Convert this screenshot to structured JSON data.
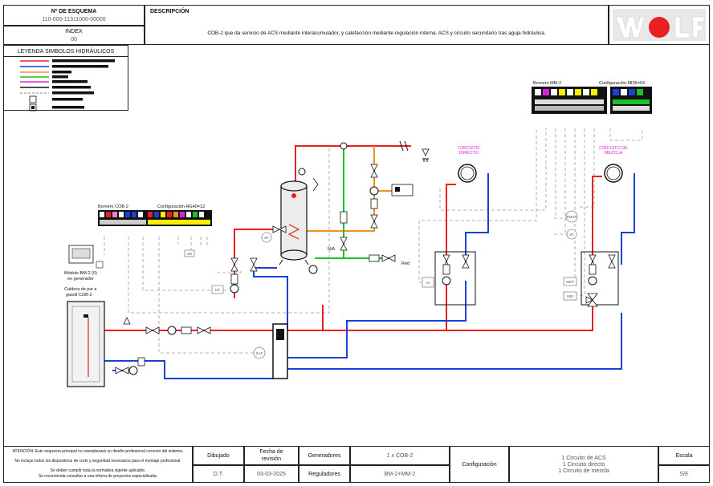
{
  "header": {
    "scheme_no_label": "Nº DE ESQUEMA",
    "scheme_no_value": "110-000-11311000-00000",
    "index_label": "INDEX",
    "index_value": "00",
    "description_label": "DESCRIPCIÓN",
    "description_text": "COB-2 que da servicio de ACS mediante interacumulador, y calefacción mediante regulación interna. ACS y circuito secundario tras aguja hidráulica."
  },
  "legend": {
    "title": "LEYENDA SIMBOLOS HIDRÁULICOS"
  },
  "diagram": {
    "borne_cob2": "Bornero COB-2",
    "config_hg40": "Configuración HG40=12",
    "module_bm2": "Módulo BM-2 (0)",
    "module_bm2_sub": "en generador",
    "boiler_caption_1": "Caldera de pie a",
    "boiler_caption_2": "gasoil COB-2",
    "borne_mm2": "Bornero MM-2",
    "config_mi05": "Configuración MI05=03",
    "circ_direct_1": "CIRCUITO",
    "circ_direct_2": "DIRECTO",
    "circ_mix_1": "CIRCUITO DE",
    "circ_mix_2": "MEZCLA",
    "na_label": "N/A",
    "red_label": "Red",
    "sensor_sf": "SF",
    "sensor_sb": "SB",
    "sensor_up": "UP",
    "sensor_saf": "SAF",
    "sensor_a1": "A1",
    "sensor_mm": "MM",
    "sensor_mkp": "MKP",
    "sensor_pmsk": "PMSK",
    "sensor_vf": "VF"
  },
  "colors": {
    "hot": "#e8201f",
    "cold": "#1c3fd6",
    "acs": "#f0901e",
    "afs": "#19c026",
    "dashed": "#9a9a9a",
    "magenta": "#e020e0",
    "logo_red": "#e8201f"
  },
  "footer": {
    "warning_1": "ATENCIÓN: Este esquema principal no reemplazará un diseño profesional correcto del sistema.",
    "warning_2": "No incluye todos los dispositivos de corte y seguridad necesarios para el montaje profesional.",
    "warning_3": "Se deben cumplir toda la normativa vigente aplicable.",
    "warning_4": "Se recomienda consultar a una oficina de proyectos especializada.",
    "dibujado_label": "Dibujado",
    "dibujado_value": "D.T.",
    "fecha_label_1": "Fecha de",
    "fecha_label_2": "revisión",
    "fecha_value": "03-03-2025",
    "generadores_label": "Generadores",
    "generadores_value": "1 x COB-2",
    "reguladores_label": "Reguladores",
    "reguladores_value": "BM-2+MM-2",
    "configuracion_label": "Configuración",
    "config_line_1": "1 Circuito de ACS",
    "config_line_2": "1 Circuito directo",
    "config_line_3": "1 Circuito de mezcla",
    "escala_label": "Escala",
    "escala_value": "S/E"
  }
}
